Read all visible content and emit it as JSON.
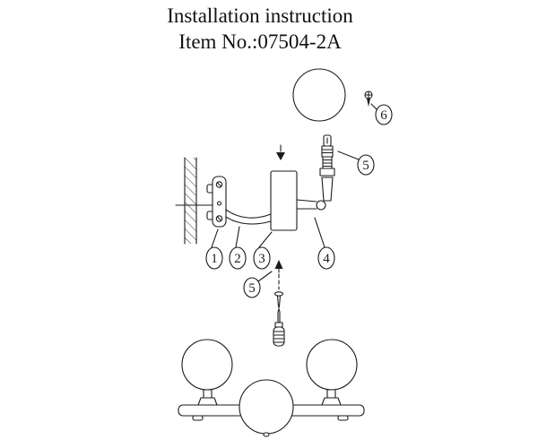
{
  "header": {
    "title": "Installation instruction",
    "item_no": "Item No.:07504-2A"
  },
  "diagram": {
    "callouts": {
      "c1": "1",
      "c2": "2",
      "c3": "3",
      "c4": "4",
      "c5_bulb": "5",
      "c5_screw": "5",
      "c6": "6"
    }
  }
}
